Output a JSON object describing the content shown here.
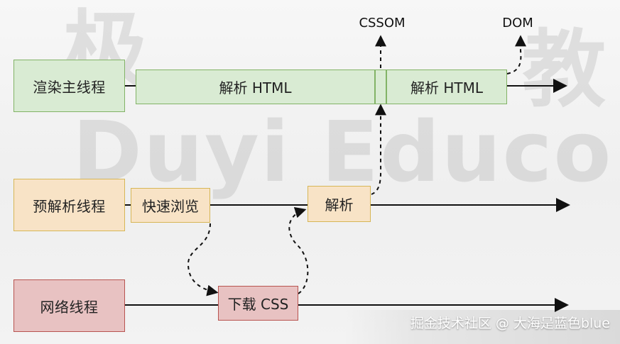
{
  "watermark": {
    "top": "极",
    "middle": "Duyi Educo",
    "right_glyph": "教"
  },
  "labels": {
    "cssom": "CSSOM",
    "dom": "DOM"
  },
  "lanes": {
    "render": {
      "label": "渲染主线程"
    },
    "preparse": {
      "label": "预解析线程"
    },
    "network": {
      "label": "网络线程"
    }
  },
  "tasks": {
    "render_parse_html_1": "解析 HTML",
    "render_parse_html_2": "解析 HTML",
    "preparse_fast_browse": "快速浏览",
    "preparse_parse": "解析",
    "network_download_css": "下载 CSS"
  },
  "footer": {
    "credit": "掘金技术社区 @ 大海是蓝色blue"
  },
  "colors": {
    "green_fill": "#d9ebd3",
    "green_border": "#82b366",
    "orange_fill": "#f8e3c6",
    "orange_border": "#d6b656",
    "red_fill": "#e8c2c2",
    "red_border": "#b85450",
    "line": "#111111"
  }
}
